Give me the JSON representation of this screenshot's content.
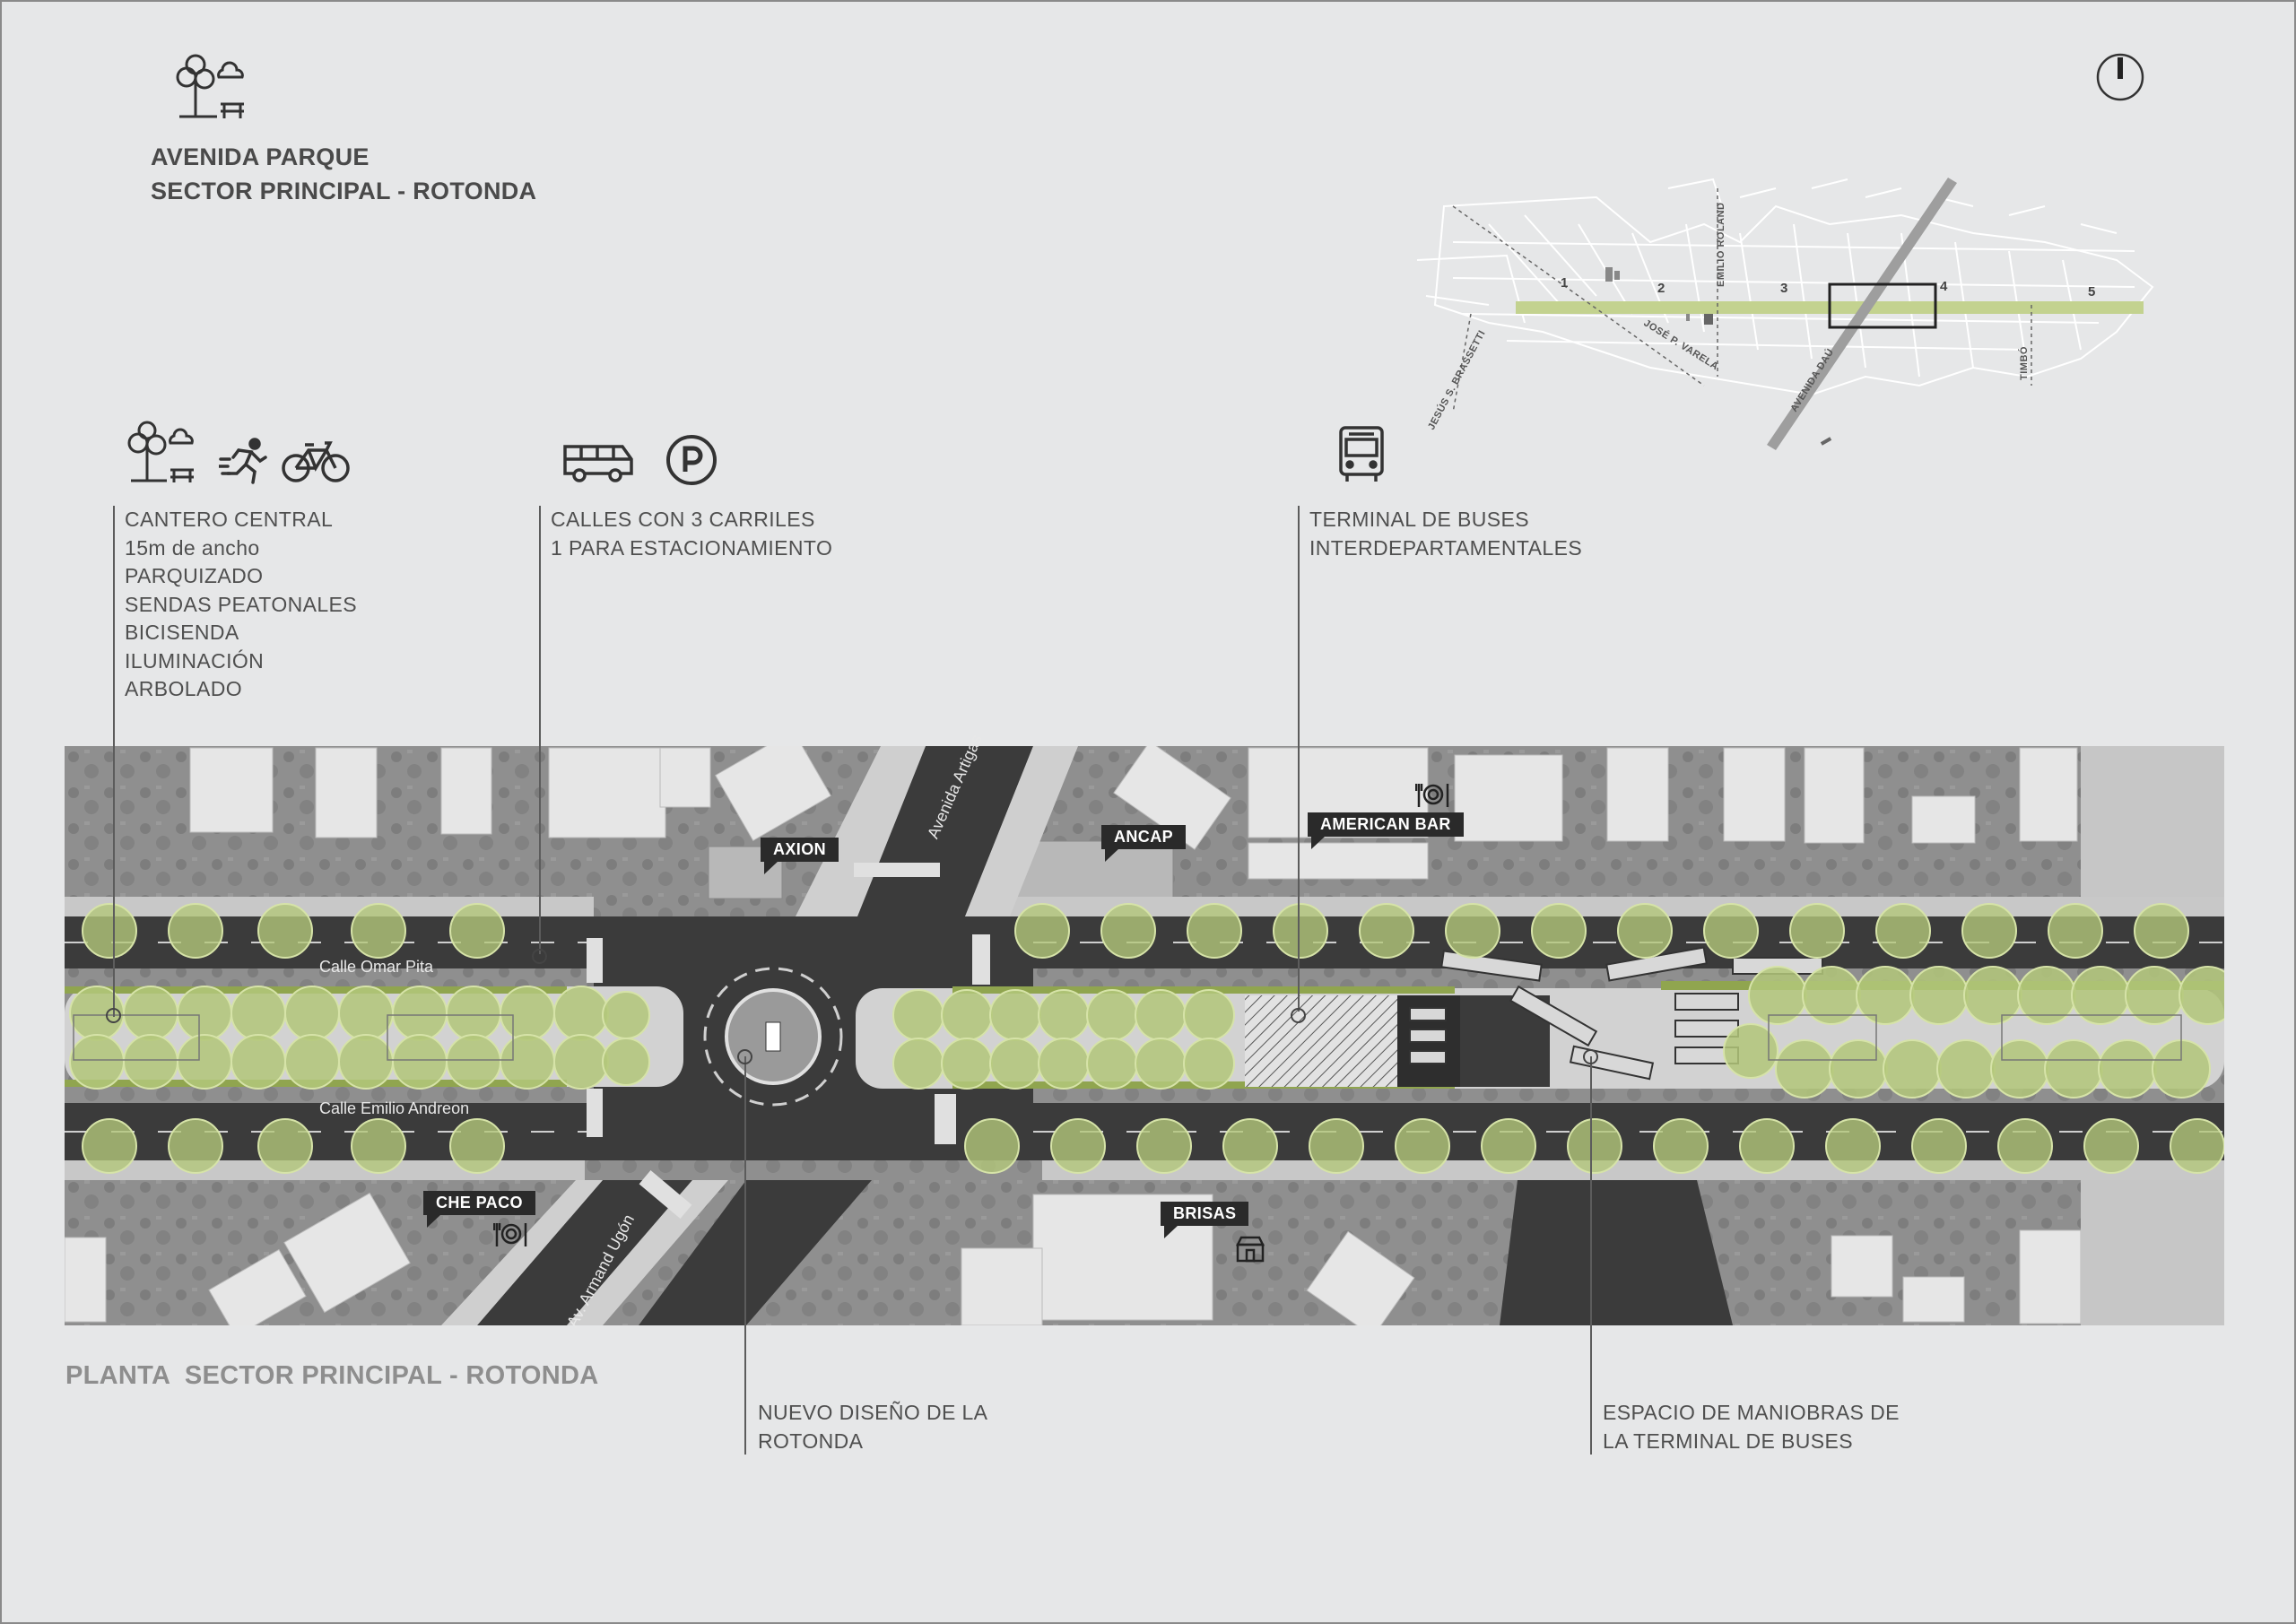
{
  "header": {
    "title_line1": "AVENIDA PARQUE",
    "title_line2": "SECTOR PRINCIPAL - ROTONDA"
  },
  "icons": {
    "header_icon": "park-bench-icon",
    "north": "north-arrow-icon",
    "group1": [
      "park-bench-icon",
      "runner-icon",
      "bicycle-icon"
    ],
    "group2": [
      "bus-icon",
      "parking-icon"
    ],
    "group3": [
      "bus-front-icon"
    ],
    "restaurant": "restaurant-icon",
    "shop": "shop-icon"
  },
  "notes": {
    "cantero": [
      "CANTERO CENTRAL",
      "15m de ancho",
      "PARQUIZADO",
      "SENDAS PEATONALES",
      "BICISENDA",
      "ILUMINACIÓN",
      "ARBOLADO"
    ],
    "calles": [
      "CALLES CON 3 CARRILES",
      "1 PARA ESTACIONAMIENTO"
    ],
    "terminal": [
      "TERMINAL DE BUSES",
      "INTERDEPARTAMENTALES"
    ],
    "rotonda": [
      "NUEVO DISEÑO DE LA",
      "ROTONDA"
    ],
    "maniobras": [
      "ESPACIO DE MANIOBRAS DE",
      "LA TERMINAL DE BUSES"
    ]
  },
  "plan_label": "PLANTA  SECTOR PRINCIPAL - ROTONDA",
  "streets": {
    "omar_pita": "Calle Omar Pita",
    "emilio_andreon": "Calle Emilio Andreon",
    "artigas": "Avenida Artigas",
    "armand_ugon": "Av. Armand Ugón"
  },
  "landmarks": {
    "axion": "AXION",
    "ancap": "ANCAP",
    "american_bar": "AMERICAN BAR",
    "che_paco": "CHE PACO",
    "brisas": "BRISAS"
  },
  "keymap": {
    "numbers": [
      "1",
      "2",
      "3",
      "4",
      "5"
    ],
    "streets": {
      "emilio_roland": "EMILIO ROLAND",
      "jose_varela": "JOSÉ P. VARELA",
      "brassetti": "JESÚS S. BRASSETTI",
      "dau": "AVENIDA DAÚ",
      "timbo": "TIMBÓ"
    }
  },
  "colors": {
    "background": "#e6e7e8",
    "road": "#3c3c3c",
    "green": "#b3c77a",
    "text": "#4f4f4f"
  }
}
